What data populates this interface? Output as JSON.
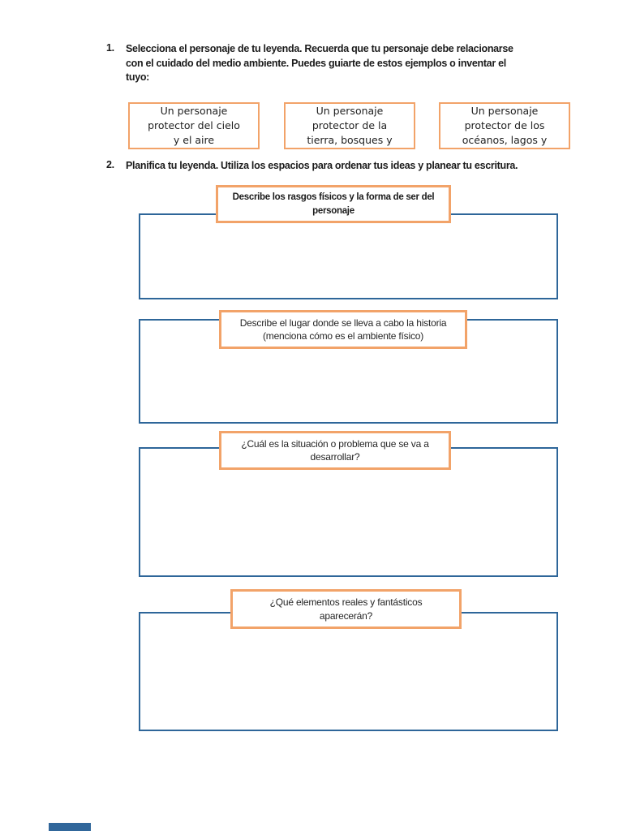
{
  "colors": {
    "orange_border": "#F2A369",
    "blue_border": "#2E6699",
    "text": "#1B1B1B"
  },
  "instructions": [
    {
      "number": "1.",
      "text": "Selecciona el personaje de tu leyenda. Recuerda que tu personaje debe relacionarse\ncon el cuidado del medio ambiente. Puedes guiarte de estos ejemplos o inventar el\ntuyo:"
    },
    {
      "number": "2.",
      "text": "Planifica tu leyenda. Utiliza los espacios para ordenar tus ideas y planear tu escritura."
    }
  ],
  "example_boxes": [
    {
      "text": "Un personaje\nprotector del cielo\ny el aire"
    },
    {
      "text": "Un personaje\nprotector de la\ntierra, bosques y"
    },
    {
      "text": "Un personaje\nprotector de los\nocéanos, lagos y"
    }
  ],
  "planning_sections": [
    {
      "label": "Describe los rasgos físicos y la forma de ser del\npersonaje"
    },
    {
      "label": "Describe el lugar donde se lleva a cabo la historia\n(menciona cómo es el ambiente físico)"
    },
    {
      "label": "¿Cuál es la situación o problema que se va a\ndesarrollar?"
    },
    {
      "label": "¿Qué elementos reales y fantásticos\naparecerán?"
    }
  ]
}
